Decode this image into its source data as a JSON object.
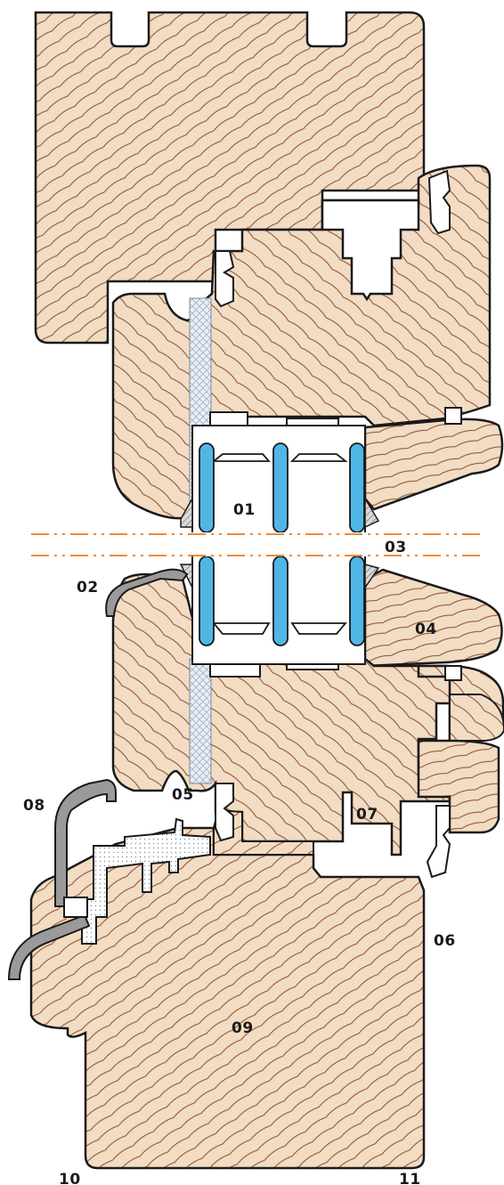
{
  "labels": {
    "l01": "01",
    "l02": "02",
    "l03": "03",
    "l04": "04",
    "l05": "05",
    "l06": "06",
    "l07": "07",
    "l08": "08",
    "l09": "09",
    "l10": "10",
    "l11": "11"
  },
  "colors": {
    "wood_fill": "#f2dcc4",
    "wood_grain": "#8a4a2a",
    "outline": "#1a1a1a",
    "glass": "#4fb6e6",
    "seal_gray": "#9a9a9a",
    "cut_line": "#f08a3a",
    "insulation_mesh": "#b9c6d6"
  }
}
